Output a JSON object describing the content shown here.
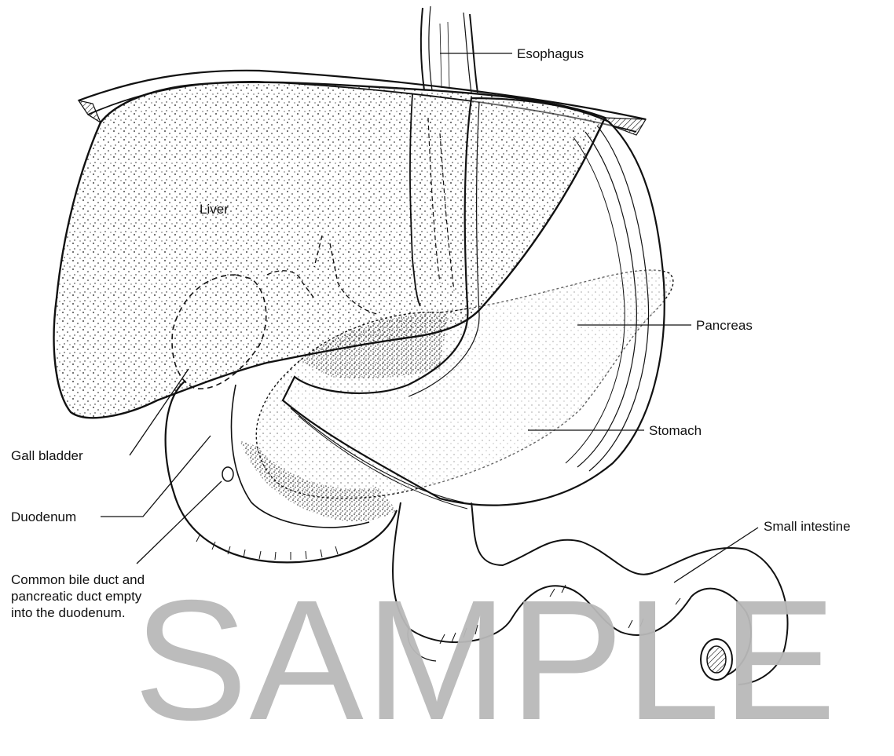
{
  "diagram": {
    "labels": {
      "liver": "Liver",
      "esophagus": "Esophagus",
      "pancreas": "Pancreas",
      "stomach": "Stomach",
      "gall_bladder": "Gall bladder",
      "duodenum": "Duodenum",
      "small_intestine": "Small intestine",
      "bile_duct_note": "Common bile duct and\npancreatic duct empty\ninto the duodenum."
    },
    "watermark": "SAMPLE",
    "colors": {
      "ink": "#111111",
      "watermark": "#b9b9b9",
      "background": "#ffffff"
    }
  }
}
